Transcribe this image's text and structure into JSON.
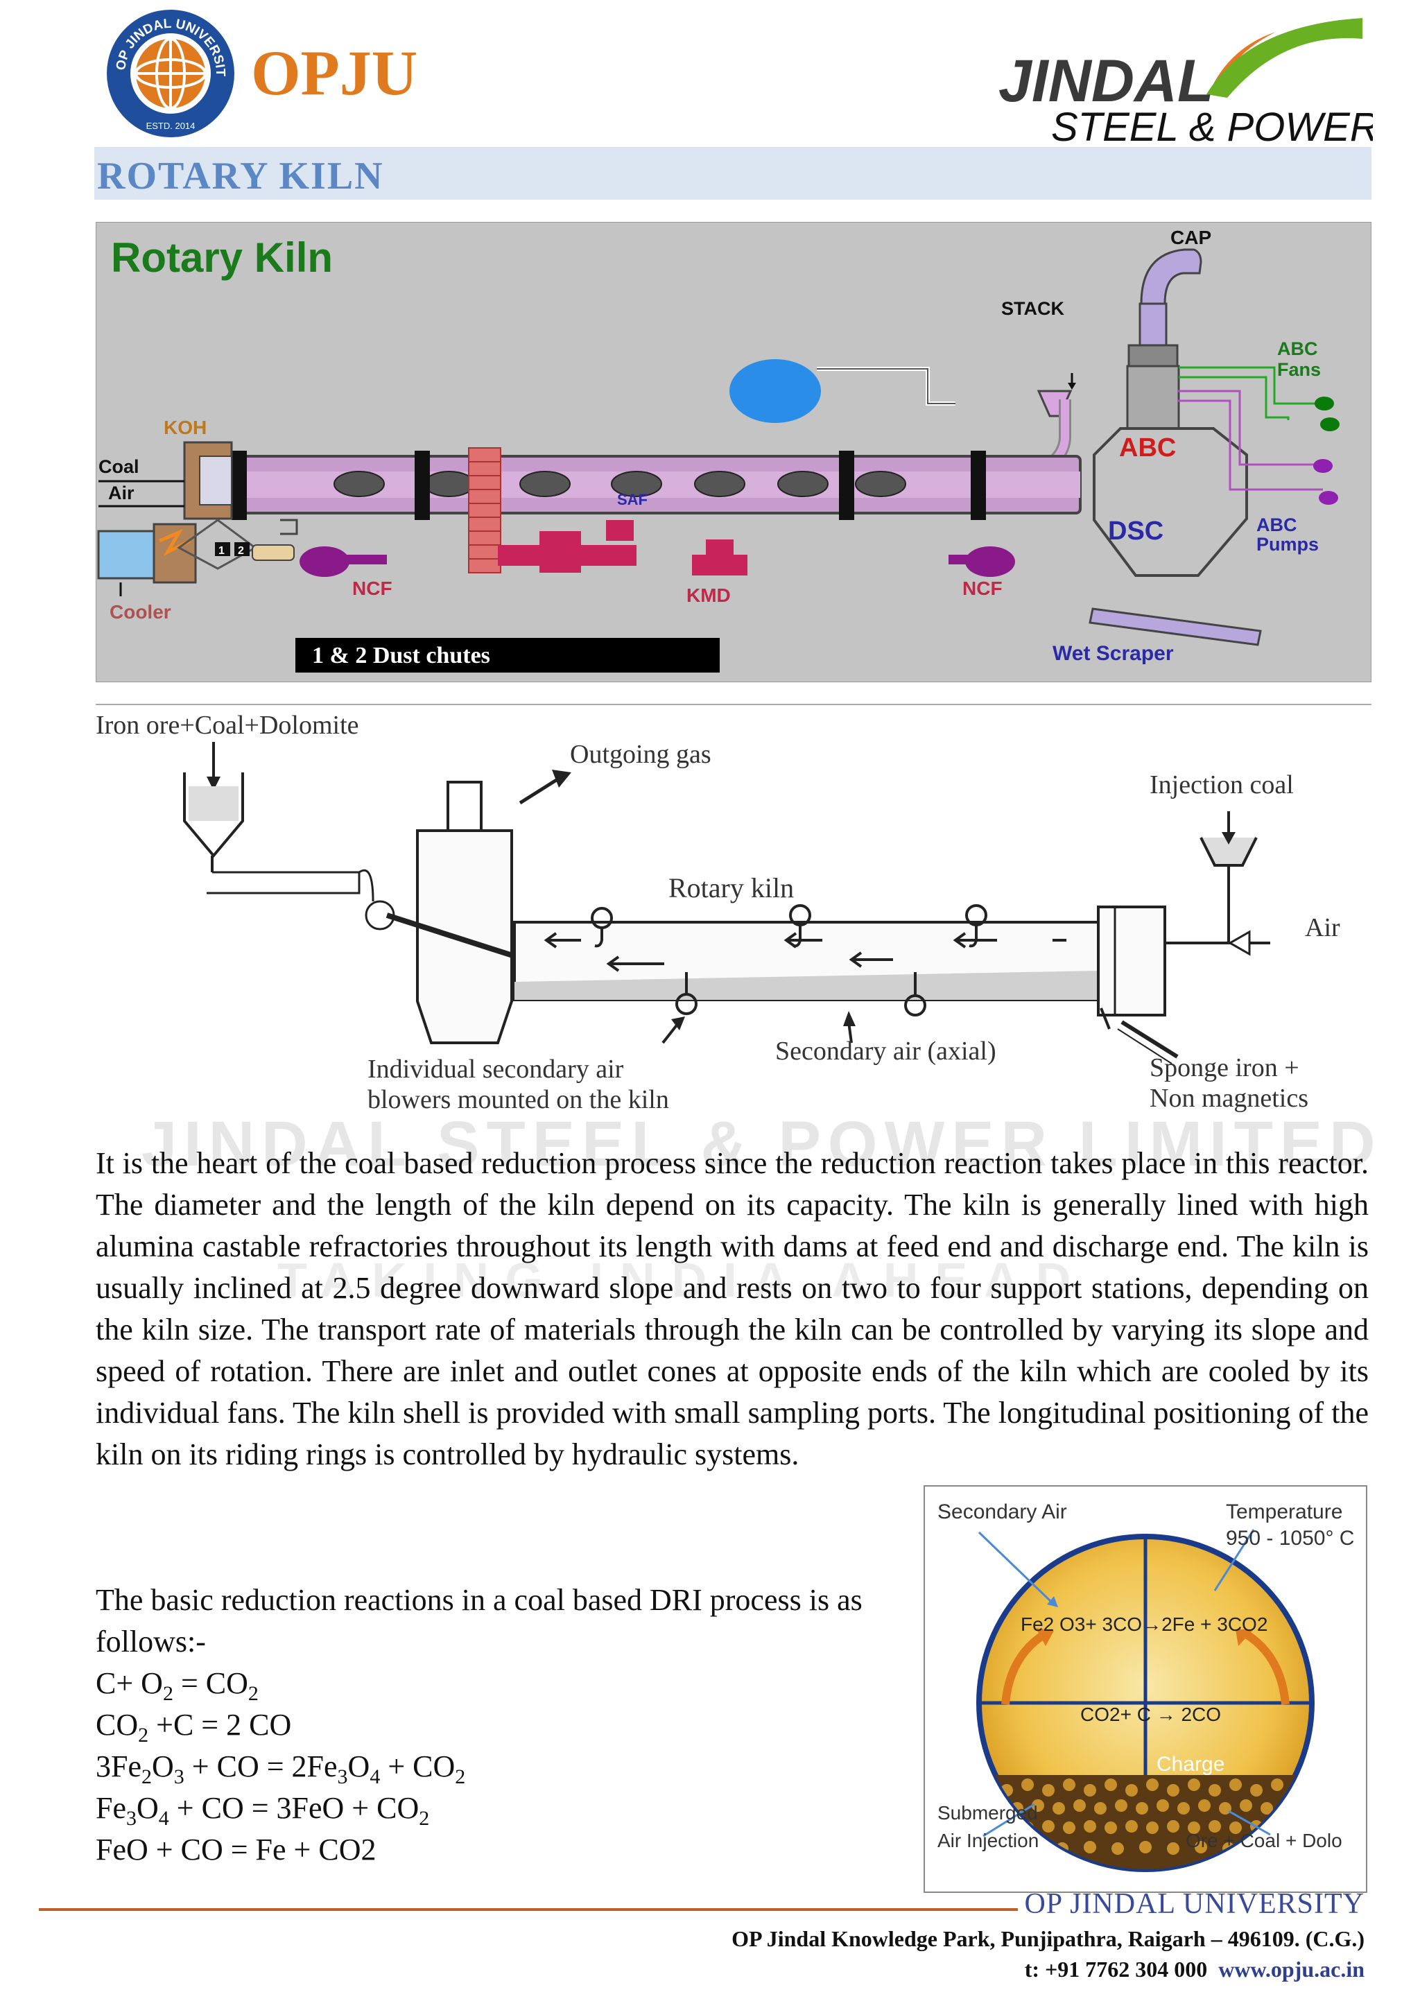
{
  "header": {
    "left_logo_text": "OPJU",
    "left_logo_ring_text": "OP JINDAL UNIVERSITY",
    "left_logo_estd": "ESTD. 2014",
    "right_logo_line1": "JINDAL",
    "right_logo_line2": "STEEL & POWER"
  },
  "page_title": "ROTARY KILN",
  "figure1": {
    "title": "Rotary Kiln",
    "labels": {
      "cap": "CAP",
      "stack": "STACK",
      "abc_fans": [
        "ABC",
        "Fans"
      ],
      "koh": "KOH",
      "coal": "Coal",
      "air": "Air",
      "saf": "SAF",
      "abc": "ABC",
      "dsc": "DSC",
      "abc_pumps": [
        "ABC",
        "Pumps"
      ],
      "ncf_left": "NCF",
      "kmd": "KMD",
      "ncf_right": "NCF",
      "cooler": "Cooler",
      "dust_chutes": "1 & 2  Dust chutes",
      "chute1": "1",
      "chute2": "2",
      "wet_scraper": "Wet Scraper"
    }
  },
  "figure2": {
    "labels": {
      "feed": "Iron ore+Coal+Dolomite",
      "outgoing_gas": "Outgoing gas",
      "injection_coal": "Injection coal",
      "rotary_kiln": "Rotary kiln",
      "air": "Air",
      "secondary_air": "Secondary air (axial)",
      "blowers": [
        "Individual secondary air",
        "blowers mounted on the kiln"
      ],
      "sponge": [
        "Sponge iron +",
        "Non magnetics"
      ]
    }
  },
  "watermarks": {
    "line1": "JINDAL STEEL & POWER LIMITED",
    "line2": "TAKING INDIA AHEAD"
  },
  "body_paragraph": "It is the heart of the coal based reduction process since the reduction reaction takes place in this reactor. The diameter and the length of the kiln depend on its capacity. The kiln is generally lined with high alumina castable refractories throughout its length with dams at feed end and discharge end. The kiln is usually inclined at 2.5 degree downward slope and rests on two to four support stations, depending on the kiln size. The transport rate of materials through the kiln can be controlled by varying its slope and speed of rotation. There are inlet and outlet cones at opposite ends of the kiln which are cooled by its individual fans. The kiln shell is provided with small sampling ports. The longitudinal positioning of the kiln on its riding rings is controlled by hydraulic systems.",
  "reactions": {
    "intro": "The basic reduction reactions in a coal based DRI process is as follows:-",
    "equations": [
      {
        "parts": [
          "C+ O",
          "2",
          " = CO",
          "2"
        ]
      },
      {
        "parts": [
          "CO",
          "2",
          " +C = 2 CO"
        ]
      },
      {
        "parts": [
          "3Fe",
          "2",
          "O",
          "3",
          " + CO = 2Fe",
          "3",
          "O",
          "4",
          " + CO",
          "2"
        ]
      },
      {
        "parts": [
          "Fe",
          "3",
          "O",
          "4",
          " + CO = 3FeO + CO",
          "2"
        ]
      },
      {
        "parts": [
          "FeO + CO = Fe + CO2"
        ]
      }
    ]
  },
  "figure3": {
    "secondary_air": "Secondary Air",
    "temperature": "Temperature",
    "temp_range": "950 - 1050° C",
    "reaction1": "Fe2 O3+ 3CO→2Fe + 3CO2",
    "reaction2": "CO2+ C → 2CO",
    "charge": "Charge",
    "submerged": [
      "Submerged",
      "Air Injection"
    ],
    "ore_mix": "Ore + Coal + Dolo"
  },
  "footer": {
    "university": "OP JINDAL UNIVERSITY",
    "address": "OP Jindal Knowledge Park, Punjipathra, Raigarh – 496109. (C.G.)",
    "tel": "t: +91 7762 304 000",
    "website": "www.opju.ac.in"
  },
  "colors": {
    "title_bar": "#dce6f2",
    "title_text": "#5b87c5",
    "footer_rule": "#c0612b",
    "footer_uni": "#3a4a9a",
    "jspl_green": "#6ab023",
    "jspl_orange": "#e87722",
    "opju_orange": "#e07a1f",
    "opju_blue": "#1f4e9c"
  }
}
